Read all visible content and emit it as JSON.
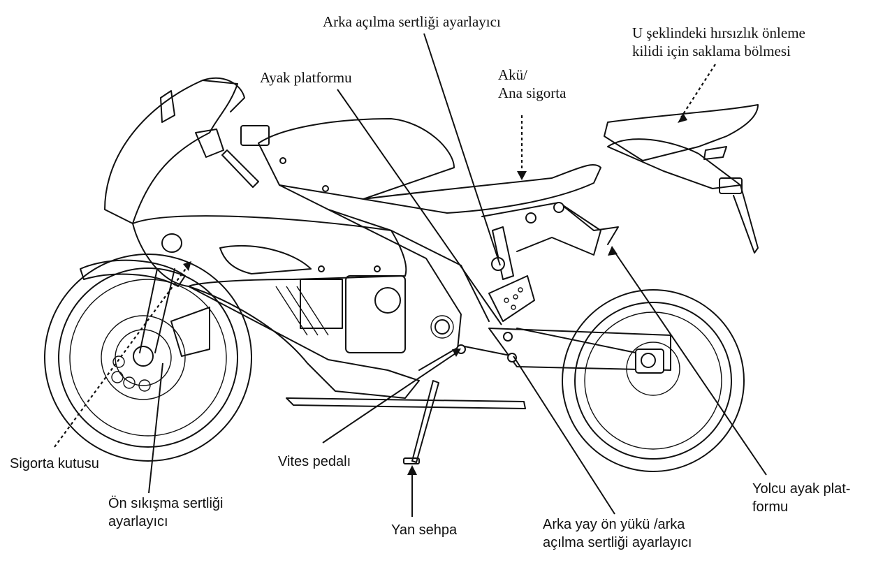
{
  "labels": {
    "rear_rebound_top": "Arka açılma sertliği ayarlayıcı",
    "lock_storage_line1": "U şeklindeki hırsızlık önleme",
    "lock_storage_line2": "kilidi için saklama bölmesi",
    "footpeg": "Ayak platformu",
    "battery_line1": "Akü/",
    "battery_line2": "Ana sigorta",
    "fuse_box": "Sigorta kutusu",
    "front_compression_line1": "Ön sıkışma sertliği",
    "front_compression_line2": "ayarlayıcı",
    "shift_pedal": "Vites pedalı",
    "side_stand": "Yan sehpa",
    "rear_spring_line1": "Arka yay ön yükü /arka",
    "rear_spring_line2": "açılma sertliği ayarlayıcı",
    "passenger_peg_line1": "Yolcu ayak plat-",
    "passenger_peg_line2": "formu"
  },
  "icons": {
    "motorcycle": "motorcycle-line-drawing",
    "leader_solid": "solid-leader-line",
    "leader_dashed": "dashed-leader-line"
  }
}
